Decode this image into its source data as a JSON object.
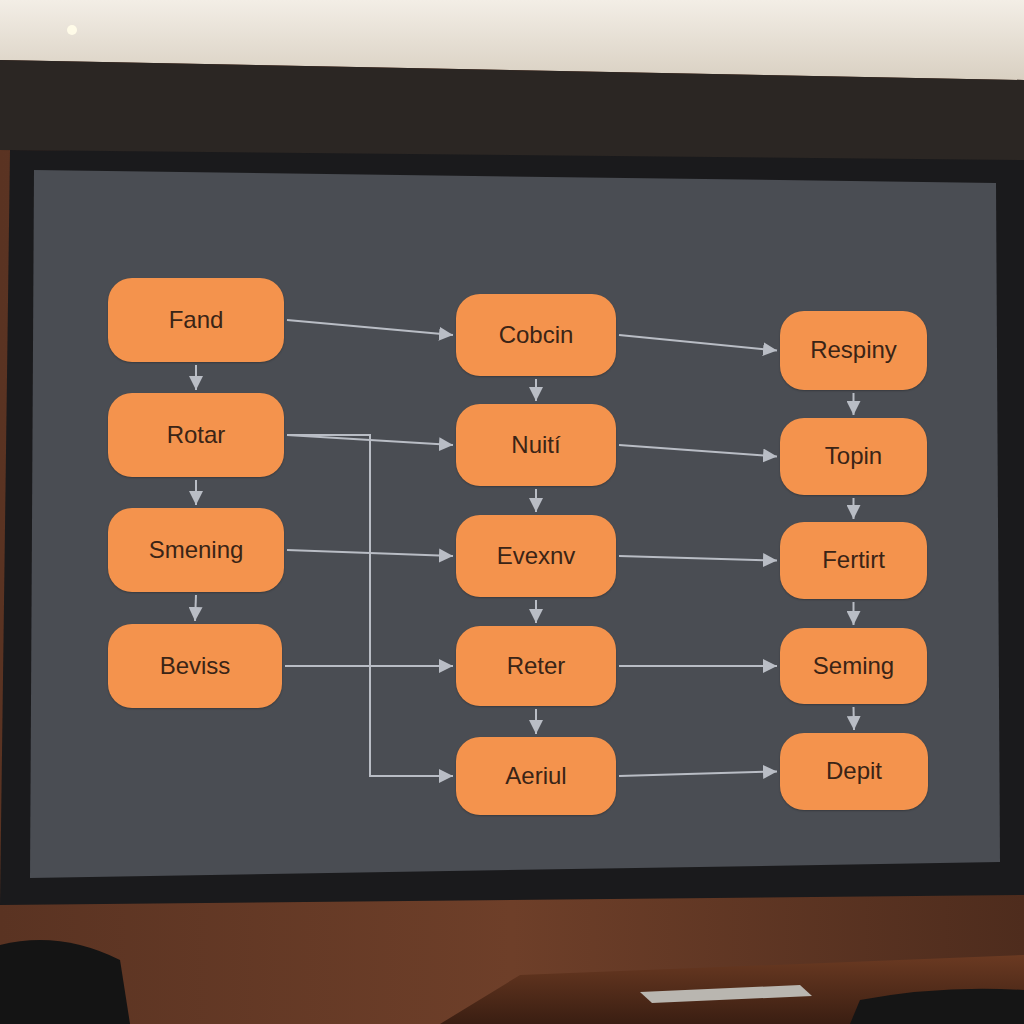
{
  "diagram": {
    "nodes": [
      {
        "text": [
          "Fand"
        ]
      },
      {
        "text": [
          "Cobcin"
        ]
      },
      {
        "text": [
          "Respiny"
        ]
      },
      {
        "text": [
          "Rotar"
        ]
      },
      {
        "text": [
          "Nuití"
        ]
      },
      {
        "text": [
          "Topin"
        ]
      },
      {
        "text": [
          "Smening"
        ]
      },
      {
        "text": [
          "Evexnv"
        ]
      },
      {
        "text": [
          "Fertirt"
        ]
      },
      {
        "text": [
          "Beviss"
        ]
      },
      {
        "text": [
          "Reter"
        ]
      },
      {
        "text": [
          "Seming"
        ]
      },
      {
        "text": [
          "Aeriul"
        ]
      },
      {
        "text": [
          "Depit"
        ]
      }
    ],
    "edges": [
      {
        "from": 0,
        "to": 3,
        "arrow": "to"
      },
      {
        "from": 3,
        "to": 6,
        "arrow": "to"
      },
      {
        "from": 6,
        "to": 9,
        "arrow": "to"
      },
      {
        "from": 1,
        "to": 4,
        "arrow": "to"
      },
      {
        "from": 4,
        "to": 7,
        "arrow": "to"
      },
      {
        "from": 7,
        "to": 10,
        "arrow": "to"
      },
      {
        "from": 10,
        "to": 12,
        "arrow": "to"
      },
      {
        "from": 2,
        "to": 5,
        "arrow": "to"
      },
      {
        "from": 5,
        "to": 8,
        "arrow": "to"
      },
      {
        "from": 8,
        "to": 11,
        "arrow": "to"
      },
      {
        "from": 11,
        "to": 13,
        "arrow": "to"
      },
      {
        "from": 0,
        "to": 1,
        "arrow": "to"
      },
      {
        "from": 3,
        "to": 4,
        "arrow": "to"
      },
      {
        "from": 3,
        "to": 12,
        "arrow": "to"
      },
      {
        "from": 6,
        "to": 7,
        "arrow": "to"
      },
      {
        "from": 9,
        "to": 10,
        "arrow": "to"
      },
      {
        "from": 1,
        "to": 2,
        "arrow": "to"
      },
      {
        "from": 4,
        "to": 5,
        "arrow": "to"
      },
      {
        "from": 7,
        "to": 8,
        "arrow": "to"
      },
      {
        "from": 10,
        "to": 11,
        "arrow": "to"
      },
      {
        "from": 12,
        "to": 13,
        "arrow": "to"
      }
    ]
  }
}
